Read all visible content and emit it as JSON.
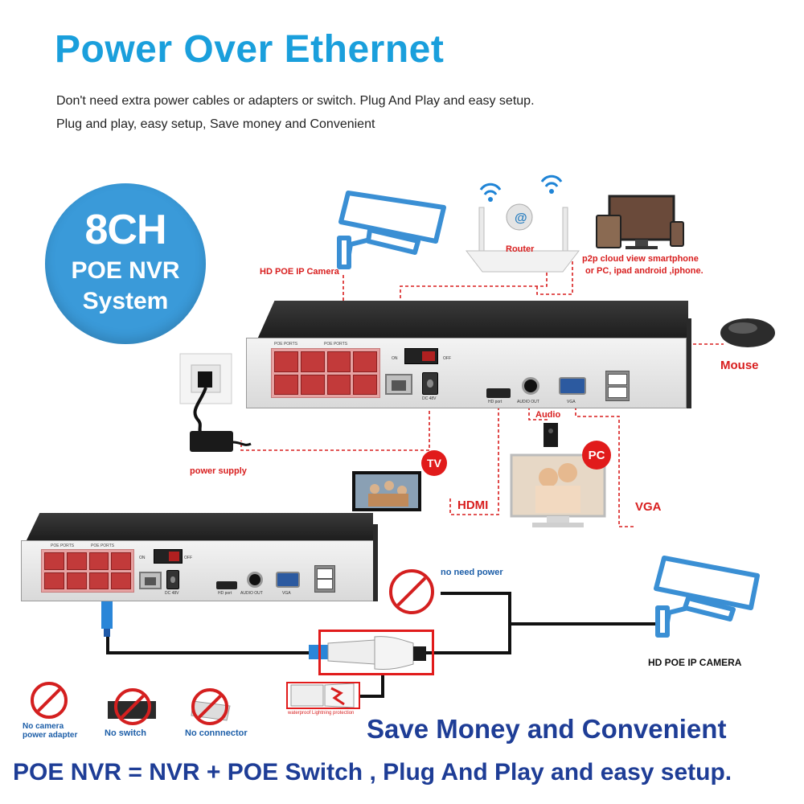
{
  "header": {
    "title": "Power Over Ethernet",
    "subtitle_1": "Don't need extra power cables or adapters or switch. Plug And Play and easy setup.",
    "subtitle_2": "Plug and play, easy setup, Save money and Convenient"
  },
  "badge": {
    "line_1": "8CH",
    "line_2": "POE NVR",
    "line_3": "System"
  },
  "labels": {
    "camera_top": "HD POE IP Camera",
    "router": "Router",
    "p2p_1": "p2p cloud  view smartphone",
    "p2p_2": "or PC, ipad android ,iphone.",
    "mouse": "Mouse",
    "power_supply": "power supply",
    "tv": "TV",
    "audio": "Audio",
    "pc": "PC",
    "hdmi": "HDMI",
    "vga": "VGA",
    "no_need_power": "no need power",
    "camera_bottom": "HD POE IP CAMERA",
    "waterproof": "waterproof Lightning protection",
    "no_adapter": "No camera power adapter",
    "no_switch": "No switch",
    "no_connector": "No connnector"
  },
  "panel": {
    "poe_ports_1": "POE PORTS",
    "poe_ports_2": "POE PORTS",
    "on": "ON",
    "off": "OFF",
    "dc": "DC 48V",
    "hd_port": "HD port",
    "audio_out": "AUDIO OUT",
    "vga": "VGA"
  },
  "footer": {
    "line_1": "Save Money and Convenient",
    "line_2": "POE NVR = NVR + POE Switch , Plug And Play and easy setup."
  },
  "colors": {
    "title": "#1a9fdc",
    "badge": "#3a9ad9",
    "accent_red": "#d81e1e",
    "footer": "#1e3d96",
    "icon_blue": "#3a8fd4"
  }
}
